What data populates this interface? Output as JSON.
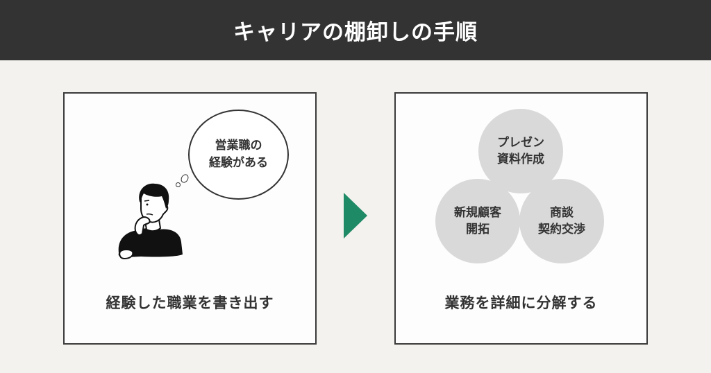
{
  "header": {
    "title": "キャリアの棚卸しの手順",
    "background": "#333333"
  },
  "steps": [
    {
      "caption": "経験した職業を書き出す",
      "thought_bubble": {
        "lines": [
          "営業職の",
          "経験がある"
        ]
      },
      "illustration": "thinking-person"
    },
    {
      "caption": "業務を詳細に分解する",
      "circles": [
        {
          "lines": [
            "プレゼン",
            "資料作成"
          ]
        },
        {
          "lines": [
            "新規顧客",
            "開拓"
          ]
        },
        {
          "lines": [
            "商談",
            "契約交渉"
          ]
        }
      ]
    }
  ],
  "arrow": {
    "icon": "triangle-right-icon",
    "color": "#1f8a66"
  },
  "colors": {
    "page_background": "#f3f2ee",
    "panel_border": "#3a3a3a",
    "circle_fill": "#d9d9d9",
    "text": "#333333"
  }
}
